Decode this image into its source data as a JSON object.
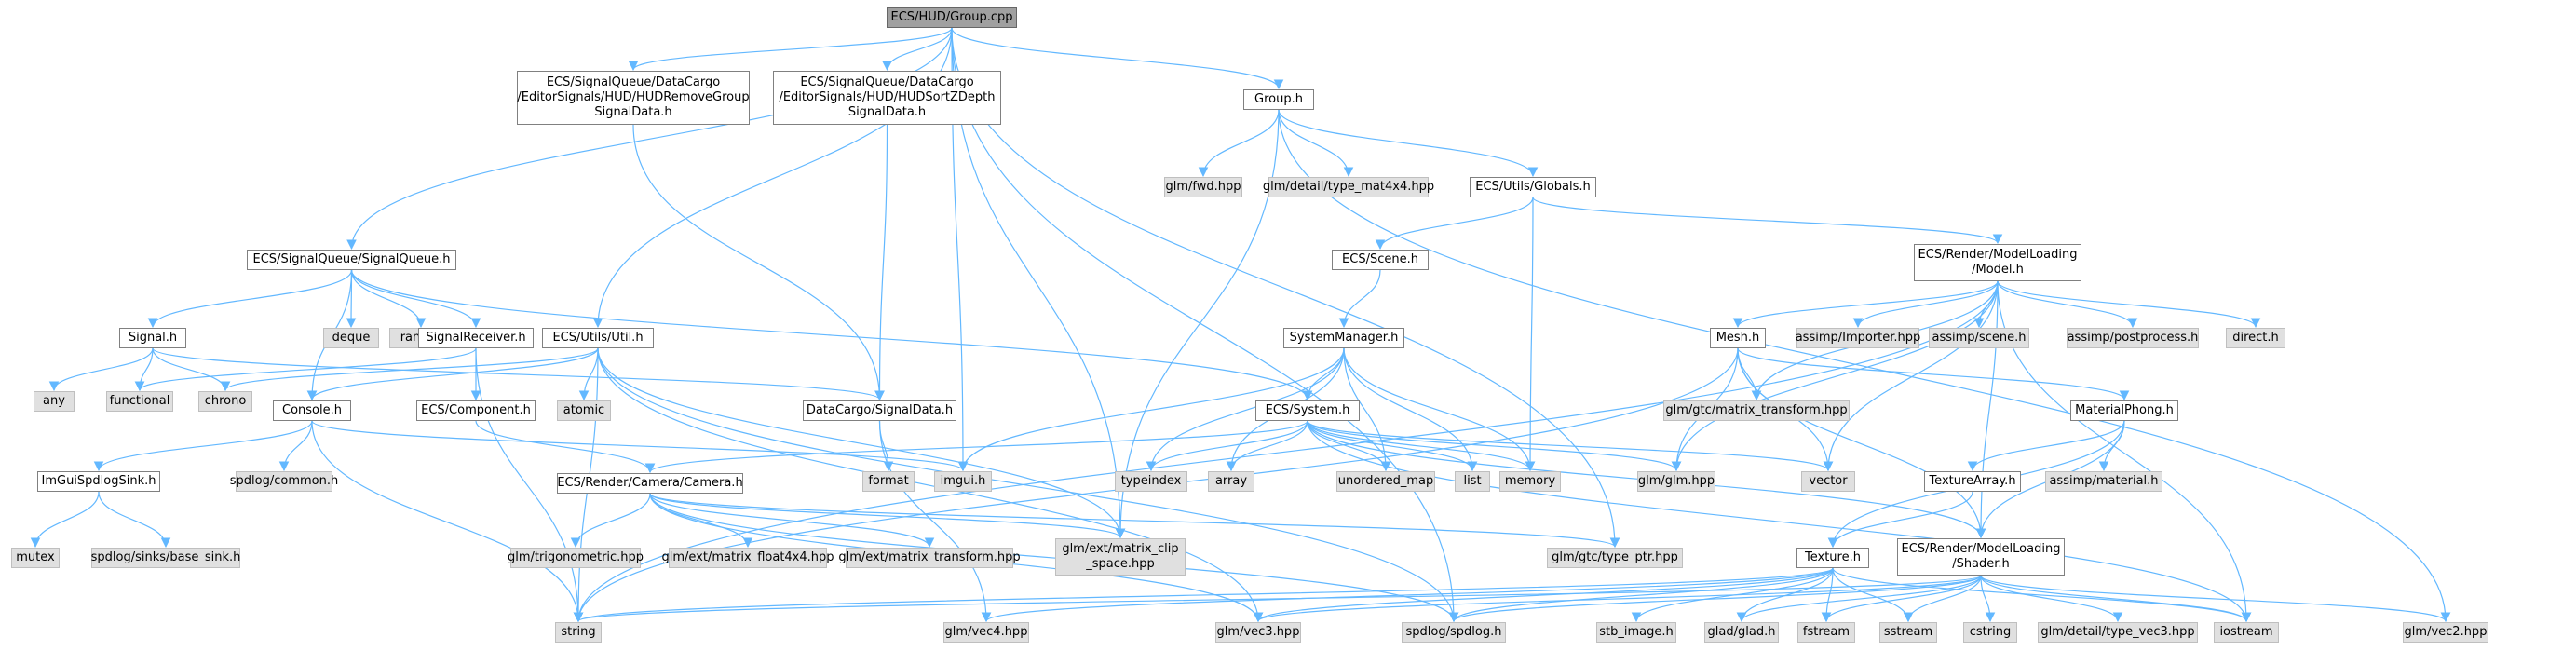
{
  "colors": {
    "edge": "#63b8ff",
    "root_fill": "#a0a0a0",
    "header_fill": "#ffffff",
    "system_fill": "#e0e0e0",
    "border": "#999999"
  },
  "nodes": {
    "root": "ECS/HUD/Group.cpp",
    "remove_group": "ECS/SignalQueue/DataCargo\n/EditorSignals/HUD/HUDRemoveGroup\nSignalData.h",
    "sort_z": "ECS/SignalQueue/DataCargo\n/EditorSignals/HUD/HUDSortZDepth\nSignalData.h",
    "group_h": "Group.h",
    "signalqueue": "ECS/SignalQueue/SignalQueue.h",
    "deque": "deque",
    "ranges": "ranges",
    "signal_h": "Signal.h",
    "signalreceiver": "SignalReceiver.h",
    "util_h": "ECS/Utils/Util.h",
    "any": "any",
    "functional": "functional",
    "chrono": "chrono",
    "console": "Console.h",
    "component": "ECS/Component.h",
    "atomic": "atomic",
    "datacargo": "DataCargo/SignalData.h",
    "format": "format",
    "imgui": "imgui.h",
    "imguisink": "ImGuiSpdlogSink.h",
    "spdlog_common": "spdlog/common.h",
    "mutex": "mutex",
    "base_sink": "spdlog/sinks/base_sink.h",
    "camera": "ECS/Render/Camera/Camera.h",
    "glm_trig": "glm/trigonometric.hpp",
    "glm_mat4x4": "glm/ext/matrix_float4x4.hpp",
    "glm_mtx": "glm/ext/matrix_transform.hpp",
    "glm_clip": "glm/ext/matrix_clip\n_space.hpp",
    "string": "string",
    "glm_vec4": "glm/vec4.hpp",
    "glm_vec3": "glm/vec3.hpp",
    "spdlog_h": "spdlog/spdlog.h",
    "glm_fwd": "glm/fwd.hpp",
    "type_mat4x4": "glm/detail/type_mat4x4.hpp",
    "globals": "ECS/Utils/Globals.h",
    "scene": "ECS/Scene.h",
    "sysmgr": "SystemManager.h",
    "system": "ECS/System.h",
    "typeindex": "typeindex",
    "array": "array",
    "unordered_map": "unordered_map",
    "list": "list",
    "memory": "memory",
    "glm_glm": "glm/glm.hpp",
    "vector": "vector",
    "model": "ECS/Render/ModelLoading\n/Model.h",
    "mesh": "Mesh.h",
    "assimp_importer": "assimp/Importer.hpp",
    "assimp_scene": "assimp/scene.h",
    "assimp_post": "assimp/postprocess.h",
    "direct": "direct.h",
    "gtc_mtx": "glm/gtc/matrix_transform.hpp",
    "materialphong": "MaterialPhong.h",
    "texturearray": "TextureArray.h",
    "assimp_material": "assimp/material.h",
    "type_ptr": "glm/gtc/type_ptr.hpp",
    "texture": "Texture.h",
    "shader": "ECS/Render/ModelLoading\n/Shader.h",
    "stb_image": "stb_image.h",
    "glad": "glad/glad.h",
    "fstream": "fstream",
    "sstream": "sstream",
    "cstring": "cstring",
    "type_vec3": "glm/detail/type_vec3.hpp",
    "iostream": "iostream",
    "glm_vec2": "glm/vec2.hpp"
  }
}
